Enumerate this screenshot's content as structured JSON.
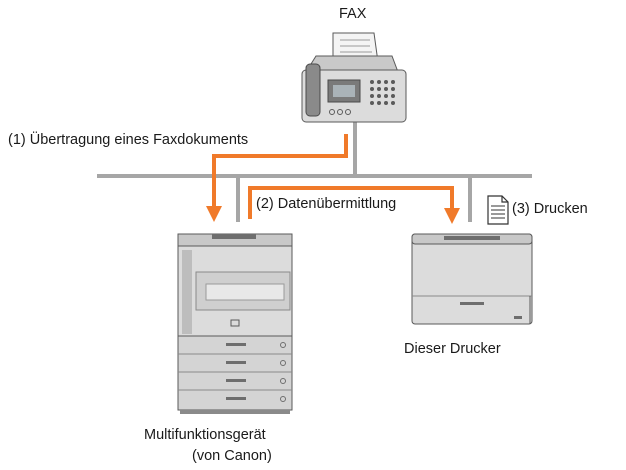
{
  "labels": {
    "fax": "FAX",
    "step1": "(1) Übertragung eines Faxdokuments",
    "step2": "(2) Datenübermittlung",
    "step3": "(3) Drucken",
    "printer": "Dieser Drucker",
    "mfp_line1": "Multifunktionsgerät",
    "mfp_line2": "(von Canon)"
  },
  "icons": {
    "fax": "fax-machine-icon",
    "mfp": "multifunction-device-icon",
    "printer": "laser-printer-icon",
    "document": "document-icon"
  },
  "colors": {
    "arrow": "#f07a2a",
    "network": "#a6a6a6",
    "device_body": "#dcdcdc",
    "device_dark": "#6e6e6e"
  }
}
